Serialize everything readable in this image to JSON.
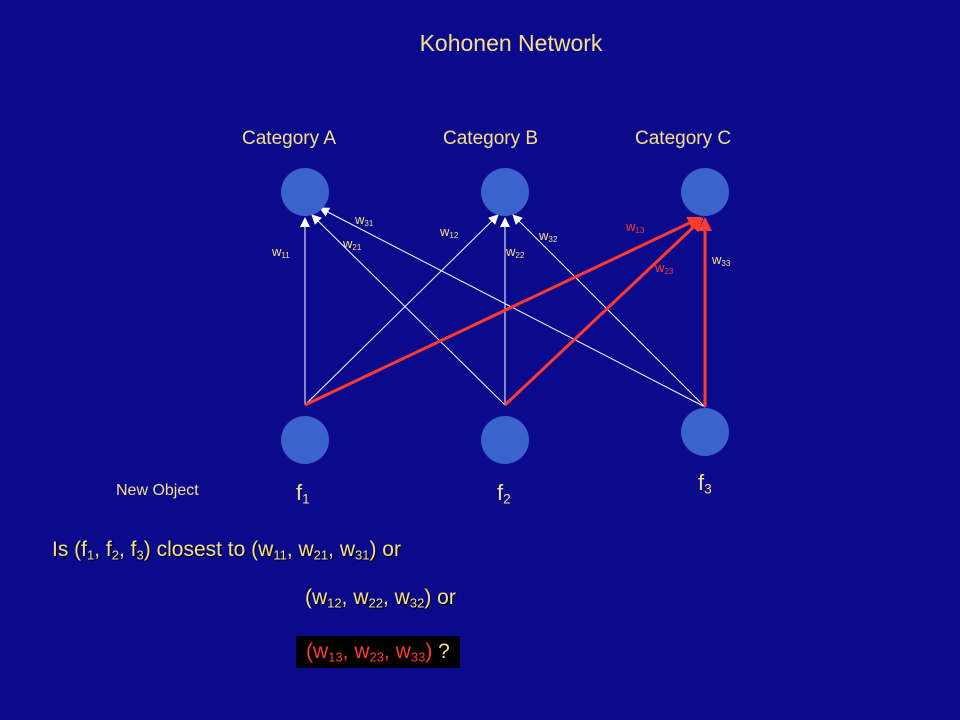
{
  "title": "Kohonen Network",
  "categories": [
    {
      "label": "Category A"
    },
    {
      "label": "Category B"
    },
    {
      "label": "Category C"
    }
  ],
  "inputs": [
    {
      "base": "f",
      "sub": "1"
    },
    {
      "base": "f",
      "sub": "2"
    },
    {
      "base": "f",
      "sub": "3"
    }
  ],
  "weights": {
    "w11": {
      "base": "w",
      "sub": "11"
    },
    "w21": {
      "base": "w",
      "sub": "21"
    },
    "w31": {
      "base": "w",
      "sub": "31"
    },
    "w12": {
      "base": "w",
      "sub": "12"
    },
    "w22": {
      "base": "w",
      "sub": "22"
    },
    "w32": {
      "base": "w",
      "sub": "32"
    },
    "w13": {
      "base": "w",
      "sub": "13"
    },
    "w23": {
      "base": "w",
      "sub": "23"
    },
    "w33": {
      "base": "w",
      "sub": "33"
    }
  },
  "new_object_label": "New Object",
  "question": {
    "line1": {
      "prefix": "Is (f",
      "f1": "1",
      "sep1": ", f",
      "f2": "2",
      "sep2": ", f",
      "f3": "3",
      "mid": ") closest to (w",
      "a": "11",
      "s1": ", w",
      "b": "21",
      "s2": ", w",
      "c": "31",
      "suffix": ") or"
    },
    "line2": {
      "prefix": "(w",
      "a": "12",
      "s1": ", w",
      "b": "22",
      "s2": ", w",
      "c": "32",
      "suffix": ") or"
    },
    "line3": {
      "prefix": "(w",
      "a": "13",
      "s1": ", w",
      "b": "23",
      "s2": ", w",
      "c": "33",
      "suffix": ")",
      "mark": " ?"
    }
  },
  "colors": {
    "background": "#0b0a8c",
    "node_fill": "#3a63cc",
    "text_yellow": "#f7e08a",
    "highlight_red": "#ff3b2f",
    "connection_white": "#ffffff"
  }
}
